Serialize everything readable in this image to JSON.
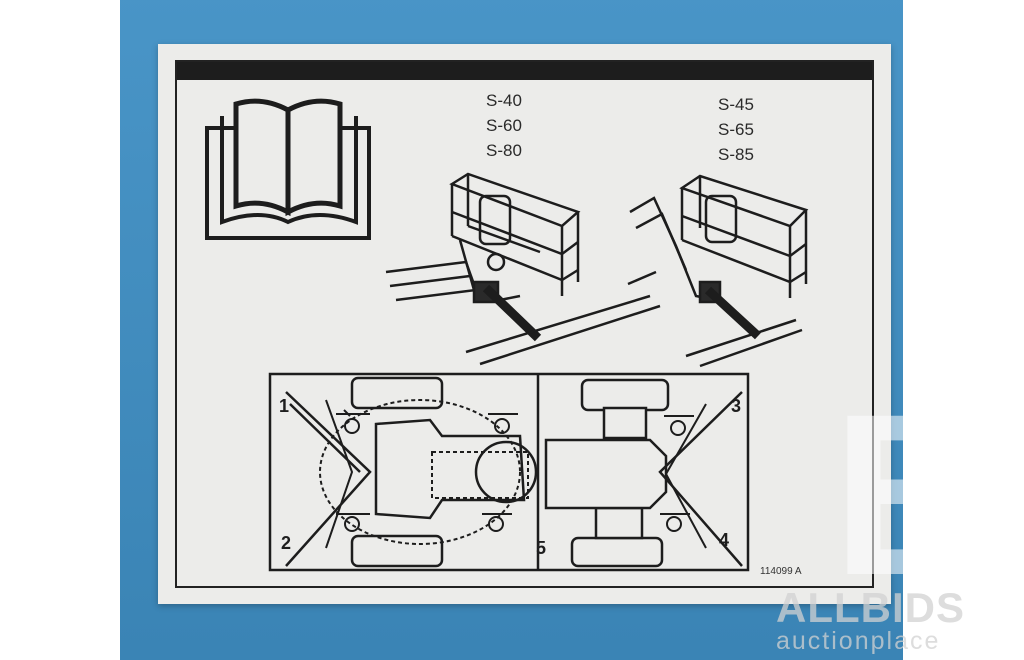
{
  "decal": {
    "models_left": [
      "S-40",
      "S-60",
      "S-80"
    ],
    "models_right": [
      "S-45",
      "S-65",
      "S-85"
    ],
    "tiedown_numbers": [
      "1",
      "2",
      "3",
      "4",
      "5"
    ],
    "part_number": "114099 A",
    "icon": "manual-book-icon"
  },
  "watermark": {
    "logo_letter": "B",
    "brand": "ALLBIDS",
    "subtitle": "auctionplace"
  },
  "colors": {
    "machine_paint": "#3f8fc4",
    "decal_background": "#ececea",
    "ink": "#1d1d1d"
  }
}
